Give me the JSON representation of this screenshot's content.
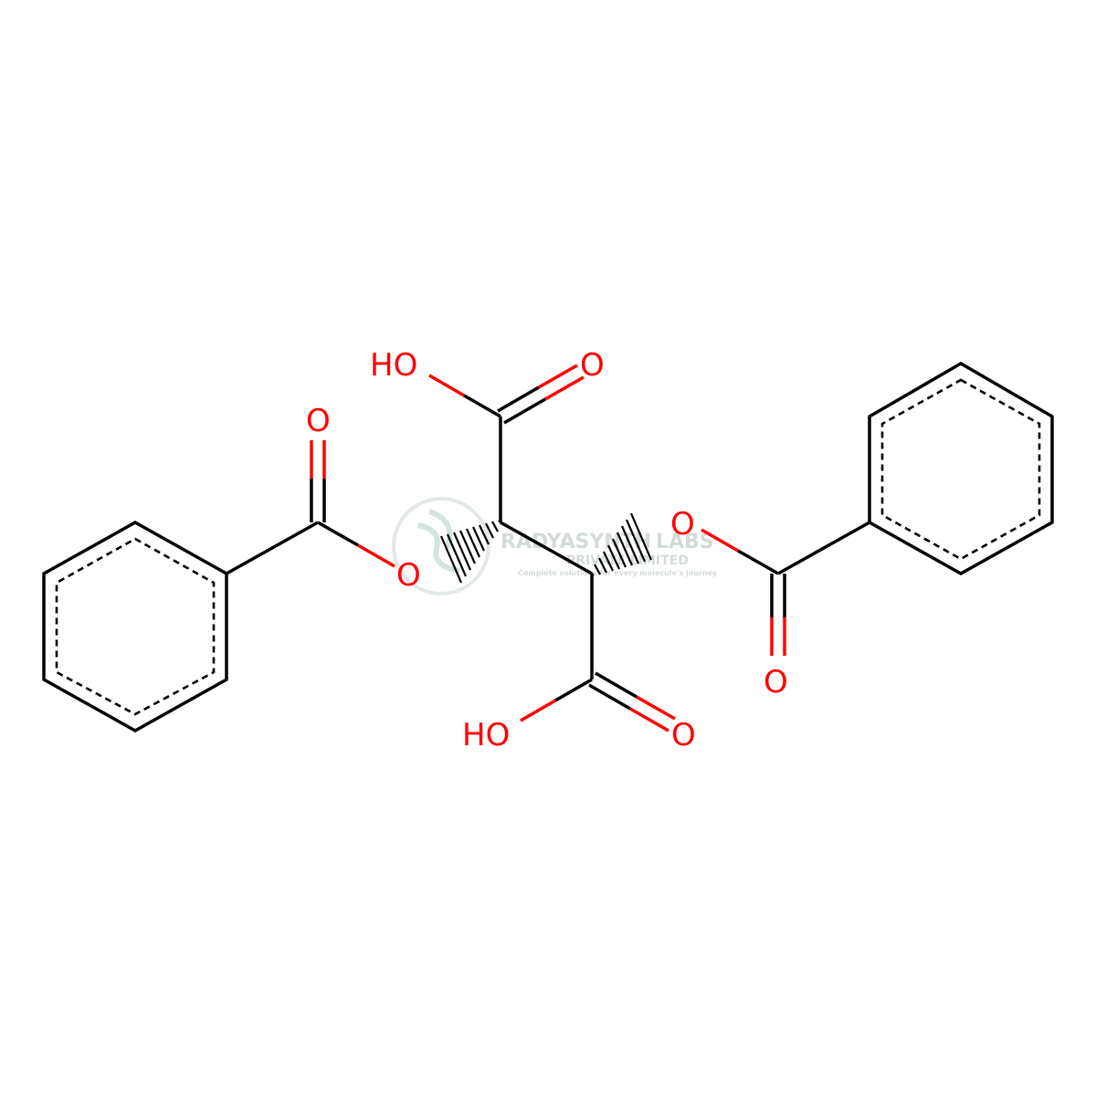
{
  "molecule": {
    "atoms": {
      "o_ester_left": "O",
      "o_carbonyl_left": "O",
      "oh_top": "HO",
      "o_top": "O",
      "o_ester_right": "O",
      "o_carbonyl_right": "O",
      "oh_bottom": "HO",
      "o_bottom": "O"
    }
  },
  "watermark": {
    "line1": "RADYASYNTH",
    "line1b": "LABS",
    "line2": "PRIVATE LIMITED",
    "tagline": "Complete solutions for every molecule's journey"
  },
  "colors": {
    "bond": "#000000",
    "oxygen": "#ff0000",
    "watermark": "#cfd8d5"
  }
}
